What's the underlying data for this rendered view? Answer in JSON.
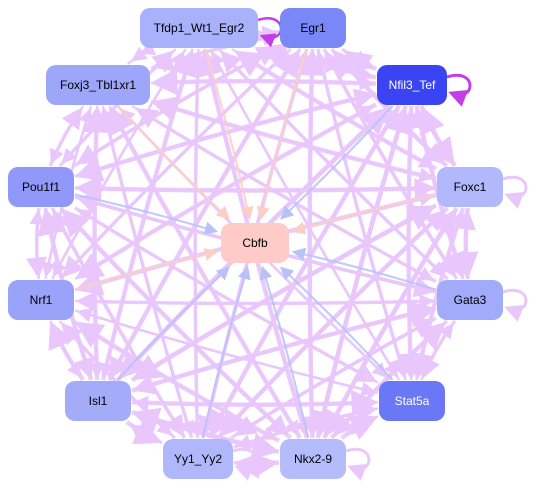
{
  "nodes": [
    {
      "id": "tfdp1",
      "label": "Tfdp1_Wt1_Egr2",
      "fill": "#a9b1fb",
      "text": "#000000"
    },
    {
      "id": "egr1",
      "label": "Egr1",
      "fill": "#7a87f7",
      "text": "#000000"
    },
    {
      "id": "nfil3",
      "label": "Nfil3_Tef",
      "fill": "#3a44f2",
      "text": "#ffffff"
    },
    {
      "id": "foxj3",
      "label": "Foxj3_Tbl1xr1",
      "fill": "#9ea6fa",
      "text": "#000000"
    },
    {
      "id": "pou1f1",
      "label": "Pou1f1",
      "fill": "#9099f9",
      "text": "#000000"
    },
    {
      "id": "foxc1",
      "label": "Foxc1",
      "fill": "#b1b8fb",
      "text": "#000000"
    },
    {
      "id": "cbfb",
      "label": "Cbfb",
      "fill": "#fecbc8",
      "text": "#000000"
    },
    {
      "id": "nrf1",
      "label": "Nrf1",
      "fill": "#9aa3fa",
      "text": "#000000"
    },
    {
      "id": "gata3",
      "label": "Gata3",
      "fill": "#a2aafa",
      "text": "#000000"
    },
    {
      "id": "isl1",
      "label": "Isl1",
      "fill": "#a4acfa",
      "text": "#000000"
    },
    {
      "id": "stat5a",
      "label": "Stat5a",
      "fill": "#6a78f6",
      "text": "#ffffff"
    },
    {
      "id": "yy1",
      "label": "Yy1_Yy2",
      "fill": "#b0b7fb",
      "text": "#000000"
    },
    {
      "id": "nkx29",
      "label": "Nkx2-9",
      "fill": "#b5bcfb",
      "text": "#000000"
    }
  ],
  "colors": {
    "edge_default": "#e9c6fb",
    "edge_to_hub": "#b9c2f7",
    "edge_peach": "#fbcfc6",
    "self_loop_strong": "#c43ee8",
    "self_loop_soft": "#e9c6fb"
  }
}
